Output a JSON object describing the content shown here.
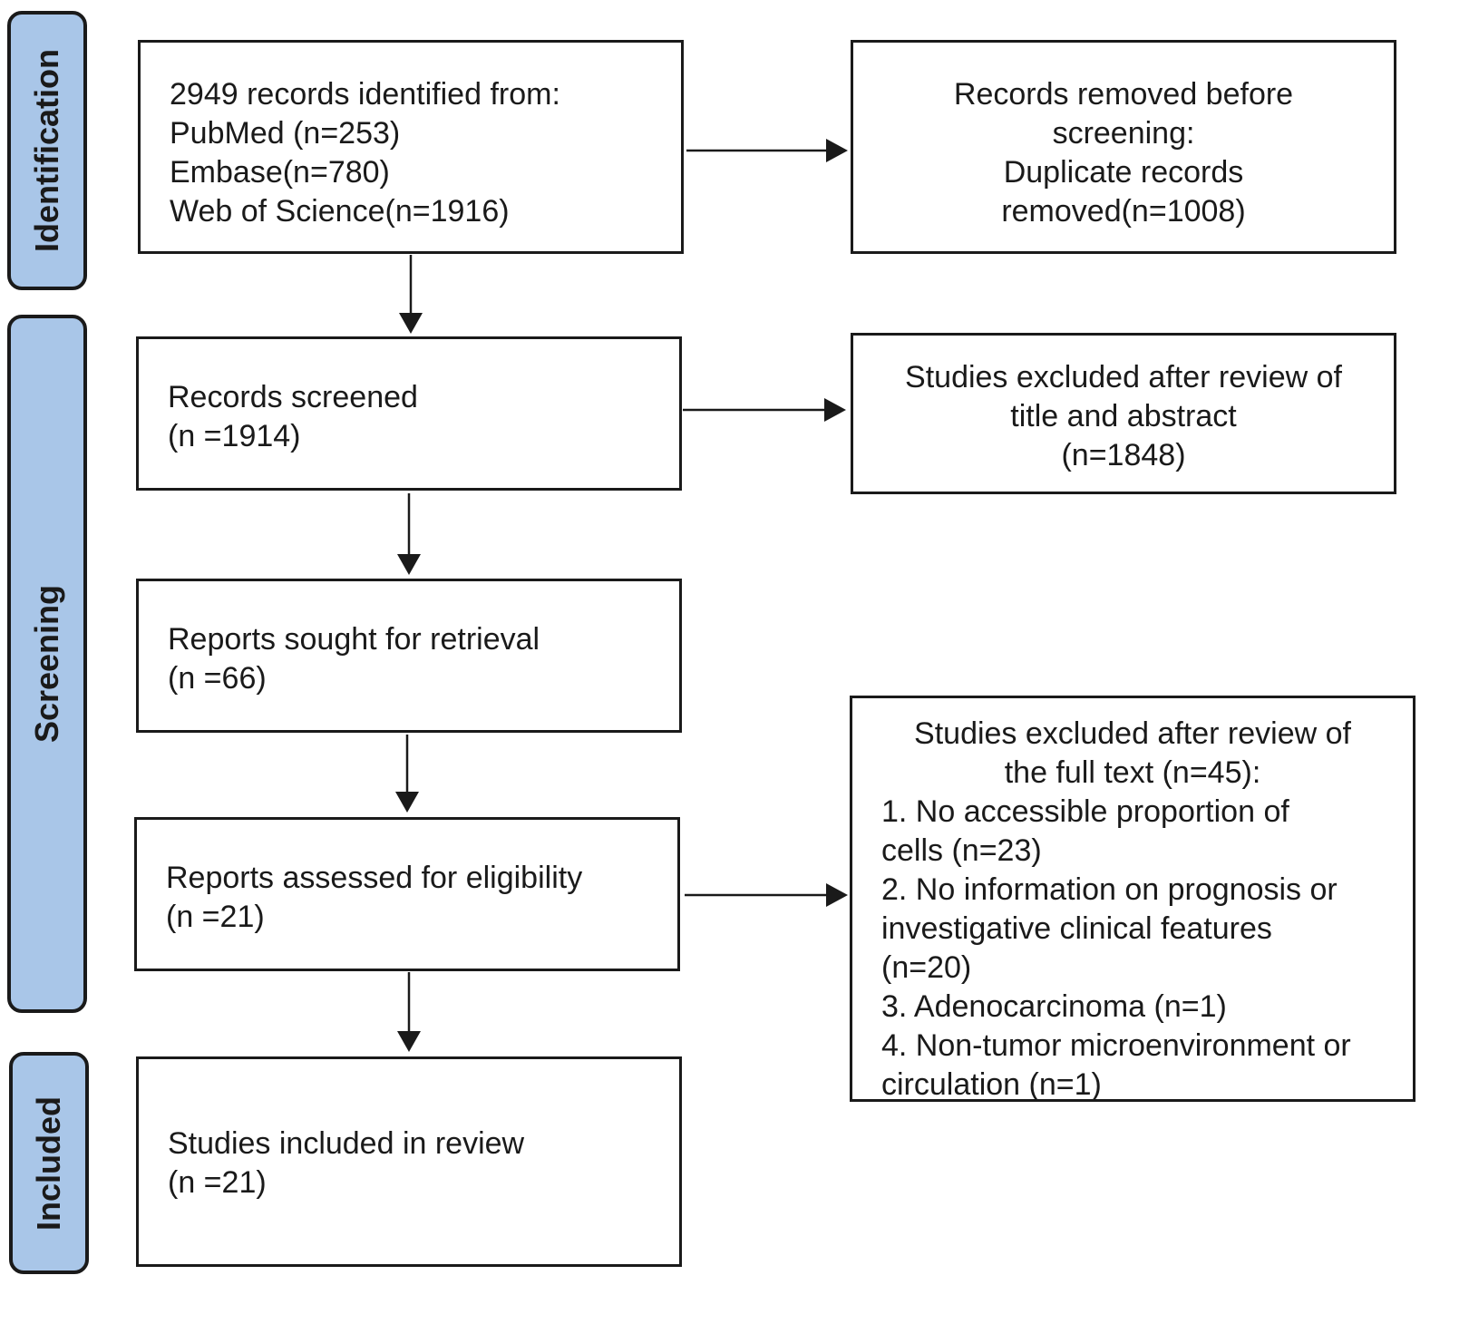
{
  "phases": {
    "identification": "Identification",
    "screening": "Screening",
    "included": "Included"
  },
  "boxes": {
    "records_identified": [
      "2949 records identified from:",
      "PubMed (n=253)",
      "Embase(n=780)",
      "Web of Science(n=1916)"
    ],
    "removed_before_screening": [
      "Records removed before",
      "screening:",
      "Duplicate records",
      "removed(n=1008)"
    ],
    "records_screened": [
      "Records screened",
      "(n =1914)"
    ],
    "excluded_title_abstract": [
      "Studies excluded after review of",
      "title and abstract",
      "(n=1848)"
    ],
    "reports_sought": [
      "Reports sought for retrieval",
      "(n =66)"
    ],
    "reports_assessed": [
      "Reports assessed for eligibility",
      "(n =21)"
    ],
    "excluded_full_text_heading": [
      "Studies excluded after review of",
      "the full text (n=45):"
    ],
    "excluded_full_text_reasons": [
      "1. No accessible proportion of",
      "cells (n=23)",
      "2. No information on prognosis or",
      "investigative clinical features",
      "(n=20)",
      "3. Adenocarcinoma (n=1)",
      "4. Non-tumor microenvironment or",
      "circulation (n=1)"
    ],
    "studies_included": [
      "Studies included in review",
      "(n =21)"
    ]
  },
  "colors": {
    "phase_fill": "#a9c6e8",
    "stroke": "#1a1a1a"
  }
}
